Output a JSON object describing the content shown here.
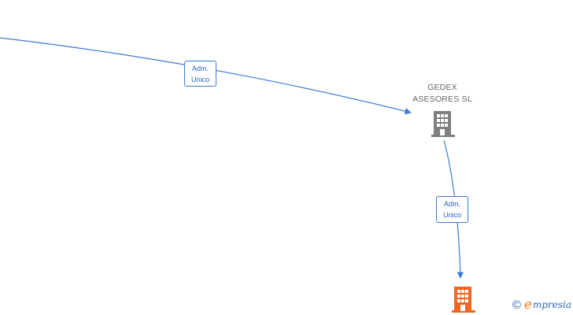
{
  "nodes": {
    "gedex": {
      "name_line1": "GEDEX",
      "name_line2": "ASESORES  SL",
      "icon": "building-icon",
      "color": "#808080"
    },
    "target": {
      "icon": "building-icon",
      "color": "#f26522"
    }
  },
  "edges": [
    {
      "label_line1": "Adm.",
      "label_line2": "Unico"
    },
    {
      "label_line1": "Adm.",
      "label_line2": "Unico"
    }
  ],
  "brand": {
    "copyright": "©",
    "initial": "e",
    "rest": "mpresia"
  },
  "colors": {
    "edge": "#3a78d6",
    "accent": "#f07a1a"
  }
}
